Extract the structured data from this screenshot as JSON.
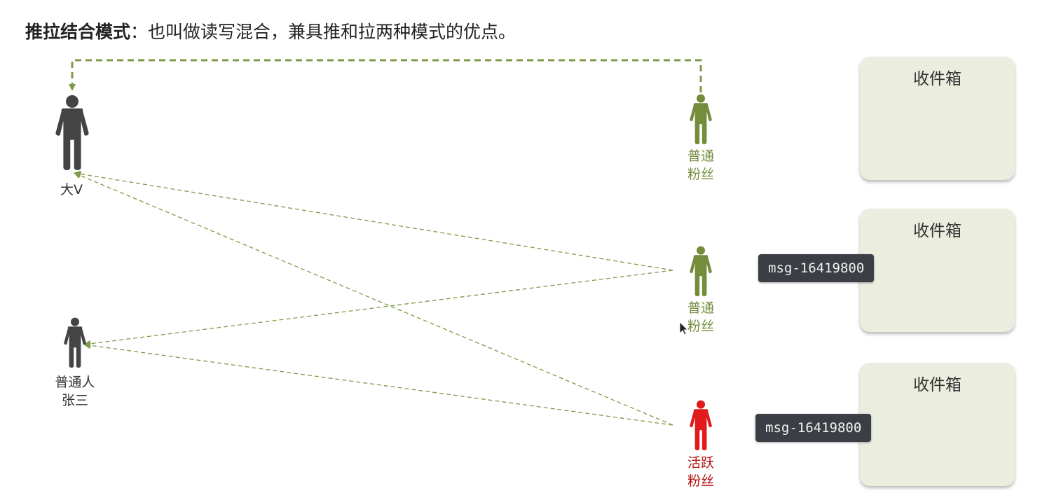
{
  "title": {
    "bold": "推拉结合模式",
    "rest": "：也叫做读写混合，兼具推和拉两种模式的优点。"
  },
  "colors": {
    "celebrity": "#444444",
    "fan_normal": "#738d3d",
    "fan_active": "#e01b1b",
    "fan_active_label": "#b40f0f",
    "arrow": "#7f9a48",
    "inbox_bg": "#ebeedf",
    "msg_bg": "#3b3f45"
  },
  "people": {
    "celebrity": {
      "line1": "大V",
      "line2": ""
    },
    "ordinary": {
      "line1": "普通人",
      "line2": "张三"
    },
    "fan1": {
      "line1": "普通",
      "line2": "粉丝"
    },
    "fan2": {
      "line1": "普通",
      "line2": "粉丝"
    },
    "fan3": {
      "line1": "活跃",
      "line2": "粉丝"
    }
  },
  "inboxes": [
    {
      "title": "收件箱"
    },
    {
      "title": "收件箱"
    },
    {
      "title": "收件箱"
    }
  ],
  "messages": [
    {
      "text": "msg-16419800"
    },
    {
      "text": "msg-16419800"
    }
  ],
  "icons": {
    "person": "person-icon",
    "cursor": "mouse-cursor-icon"
  }
}
